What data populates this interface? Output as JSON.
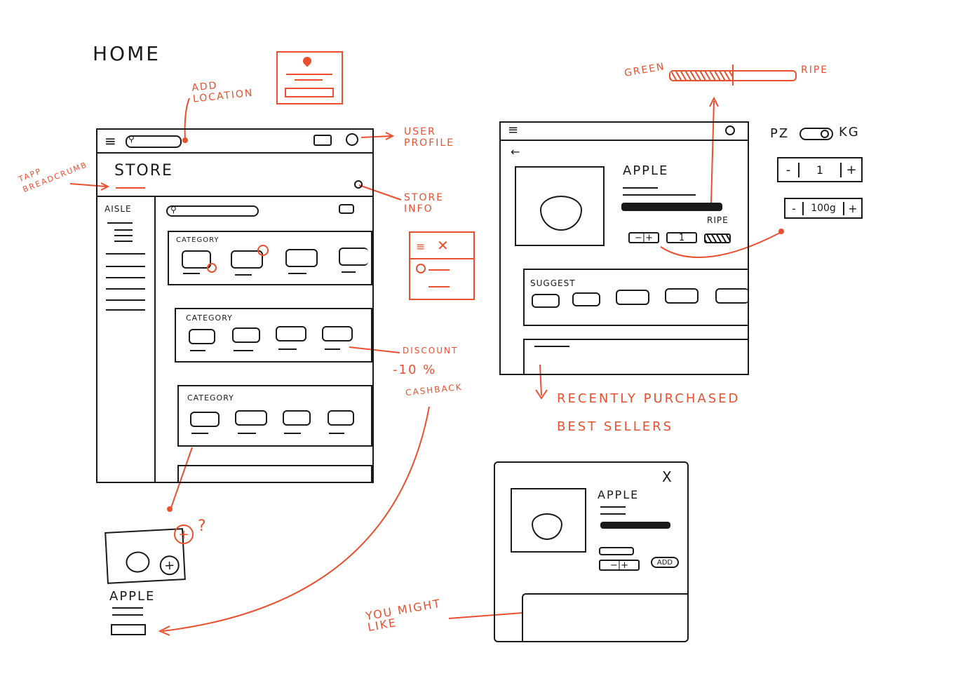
{
  "heading": "HOME",
  "colors": {
    "ink": "#1a1a1a",
    "annotation": "#e8502f"
  },
  "annotations": {
    "add_location": "ADD LOCATION",
    "user_profile": "USER PROFILE",
    "tapp_breadcrumb": "TAPP BREADCRUMB",
    "store_info": "STORE INFO",
    "discount": "DISCOUNT",
    "discount_value": "-10 %",
    "cashback": "CASHBACK",
    "green": "GREEN",
    "ripe": "RIPE",
    "recently_purchased": "RECENTLY PURCHASED",
    "best_sellers": "BEST SELLERS",
    "you_might_like": "YOU MIGHT LIKE",
    "question": "?"
  },
  "home_screen": {
    "store_title": "STORE",
    "sidebar_label": "AISLE",
    "categories": [
      "CATEGORY",
      "CATEGORY",
      "CATEGORY"
    ]
  },
  "product_screen": {
    "product_name": "APPLE",
    "ripe_label": "RIPE",
    "suggest_label": "SUGGEST",
    "qty_value": "1"
  },
  "unit_toggle": {
    "left": "PZ",
    "right": "KG",
    "qty_value": "1",
    "weight_value": "100g",
    "minus": "-",
    "plus": "+"
  },
  "product_card": {
    "name": "APPLE"
  },
  "product_modal": {
    "name": "APPLE",
    "close": "X",
    "add_label": "ADD"
  },
  "icons": [
    "hamburger-icon",
    "search-icon",
    "cart-icon",
    "user-icon",
    "info-icon",
    "location-pin-icon",
    "apple-icon",
    "plus-icon",
    "close-icon",
    "back-arrow-icon"
  ]
}
